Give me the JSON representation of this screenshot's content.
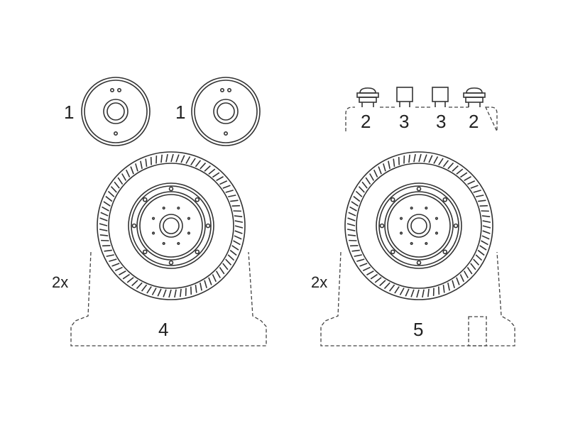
{
  "parts": {
    "hub_cap_left": {
      "label": "1"
    },
    "hub_cap_right": {
      "label": "1"
    },
    "small_parts": [
      {
        "label": "2"
      },
      {
        "label": "3"
      },
      {
        "label": "3"
      },
      {
        "label": "2"
      }
    ],
    "wheel_left": {
      "label": "4",
      "quantity": "2x"
    },
    "wheel_right": {
      "label": "5",
      "quantity": "2x"
    }
  }
}
